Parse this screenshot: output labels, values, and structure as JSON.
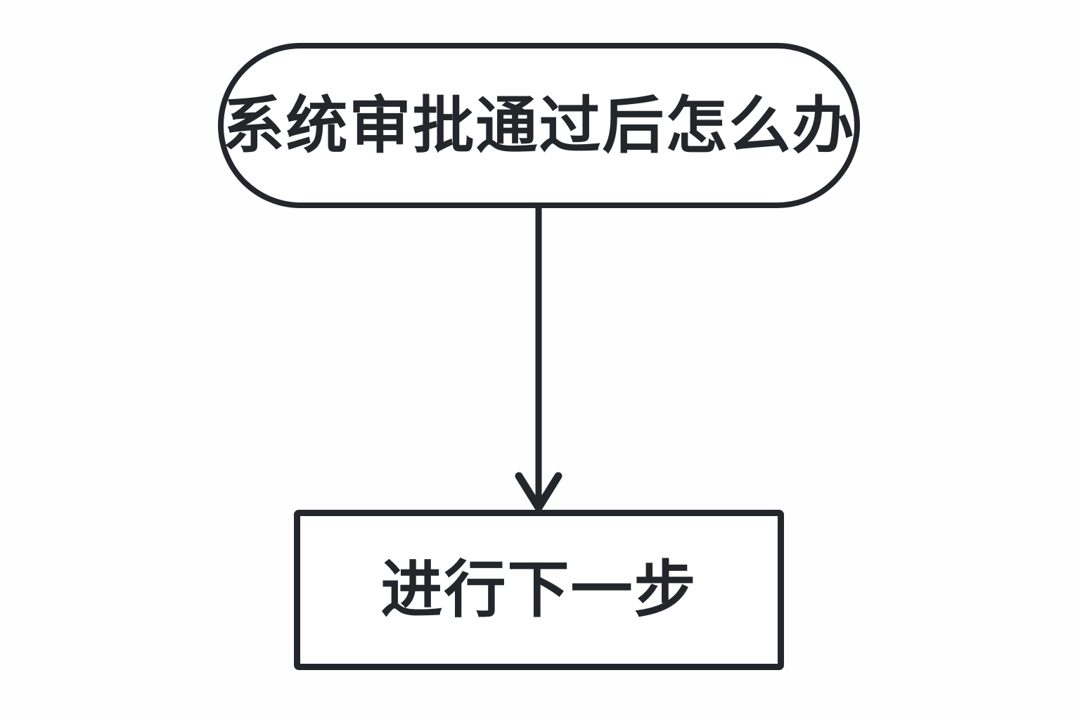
{
  "diagram": {
    "title": "approval-flowchart",
    "nodes": {
      "start": {
        "label": "系统审批通过后怎么办",
        "shape": "stadium"
      },
      "next": {
        "label": "进行下一步",
        "shape": "rectangle"
      }
    },
    "edges": [
      {
        "from": "start",
        "to": "next",
        "direction": "down",
        "style": "arrow"
      }
    ],
    "colors": {
      "stroke": "#23272b",
      "node_fill": "#ffffff",
      "background": "#fefefe",
      "text": "#23272b"
    }
  }
}
